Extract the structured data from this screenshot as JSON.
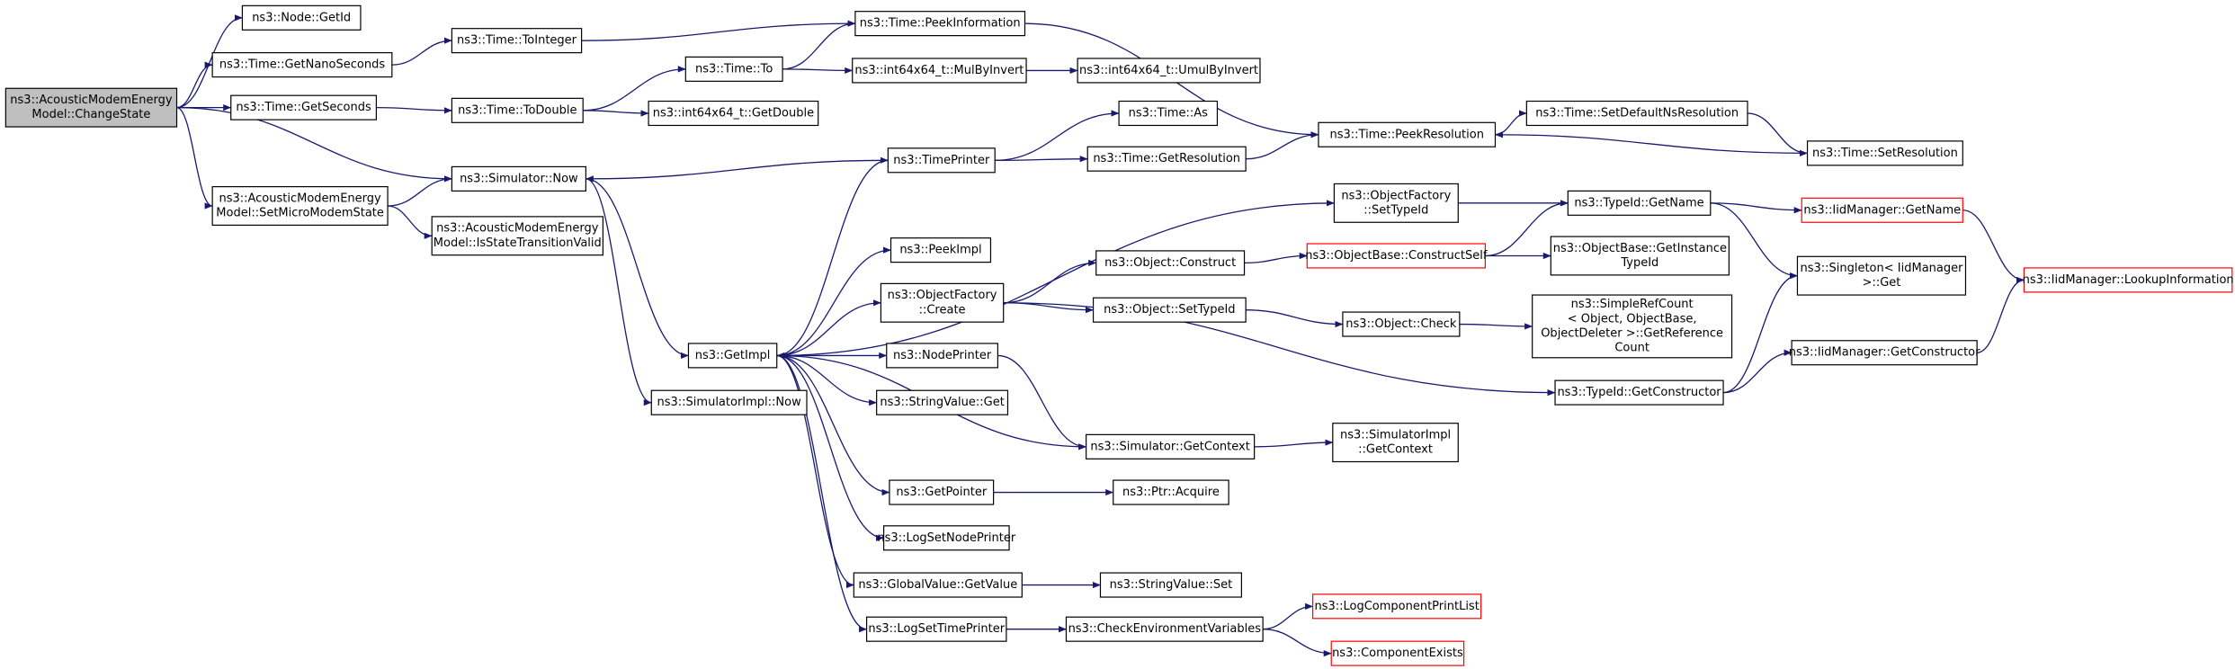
{
  "graph": {
    "edge_color": "#191970",
    "root_fill": "#bfbfbf",
    "highlight_border": "#ff0000",
    "nodes": [
      {
        "id": "root",
        "lines": [
          "ns3::AcousticModemEnergy",
          "Model::ChangeState"
        ],
        "style": "root"
      },
      {
        "id": "n_getid",
        "lines": [
          "ns3::Node::GetId"
        ]
      },
      {
        "id": "n_getnano",
        "lines": [
          "ns3::Time::GetNanoSeconds"
        ]
      },
      {
        "id": "n_getsec",
        "lines": [
          "ns3::Time::GetSeconds"
        ]
      },
      {
        "id": "n_simnow",
        "lines": [
          "ns3::Simulator::Now"
        ]
      },
      {
        "id": "n_setmicro",
        "lines": [
          "ns3::AcousticModemEnergy",
          "Model::SetMicroModemState"
        ]
      },
      {
        "id": "n_isvalid",
        "lines": [
          "ns3::AcousticModemEnergy",
          "Model::IsStateTransitionValid"
        ]
      },
      {
        "id": "n_toint",
        "lines": [
          "ns3::Time::ToInteger"
        ]
      },
      {
        "id": "n_todouble",
        "lines": [
          "ns3::Time::ToDouble"
        ]
      },
      {
        "id": "n_to",
        "lines": [
          "ns3::Time::To"
        ]
      },
      {
        "id": "n_getdouble",
        "lines": [
          "ns3::int64x64_t::GetDouble"
        ]
      },
      {
        "id": "n_peekinfo",
        "lines": [
          "ns3::Time::PeekInformation"
        ]
      },
      {
        "id": "n_mulbyinv",
        "lines": [
          "ns3::int64x64_t::MulByInvert"
        ]
      },
      {
        "id": "n_umulbyinv",
        "lines": [
          "ns3::int64x64_t::UmulByInvert"
        ]
      },
      {
        "id": "n_timeprinter",
        "lines": [
          "ns3::TimePrinter"
        ]
      },
      {
        "id": "n_as",
        "lines": [
          "ns3::Time::As"
        ]
      },
      {
        "id": "n_getres",
        "lines": [
          "ns3::Time::GetResolution"
        ]
      },
      {
        "id": "n_peekres",
        "lines": [
          "ns3::Time::PeekResolution"
        ]
      },
      {
        "id": "n_setdefres",
        "lines": [
          "ns3::Time::SetDefaultNsResolution"
        ]
      },
      {
        "id": "n_setres",
        "lines": [
          "ns3::Time::SetResolution"
        ]
      },
      {
        "id": "n_getimpl",
        "lines": [
          "ns3::GetImpl"
        ]
      },
      {
        "id": "n_simimplnow",
        "lines": [
          "ns3::SimulatorImpl::Now"
        ]
      },
      {
        "id": "n_peekimpl",
        "lines": [
          "ns3::PeekImpl"
        ]
      },
      {
        "id": "n_ofcreate",
        "lines": [
          "ns3::ObjectFactory",
          "::Create"
        ]
      },
      {
        "id": "n_nodeprinter",
        "lines": [
          "ns3::NodePrinter"
        ]
      },
      {
        "id": "n_strget",
        "lines": [
          "ns3::StringValue::Get"
        ]
      },
      {
        "id": "n_getpointer",
        "lines": [
          "ns3::GetPointer"
        ]
      },
      {
        "id": "n_logsetnode",
        "lines": [
          "ns3::LogSetNodePrinter"
        ]
      },
      {
        "id": "n_gvgetvalue",
        "lines": [
          "ns3::GlobalValue::GetValue"
        ]
      },
      {
        "id": "n_logsettime",
        "lines": [
          "ns3::LogSetTimePrinter"
        ]
      },
      {
        "id": "n_ofsettypeid",
        "lines": [
          "ns3::ObjectFactory",
          "::SetTypeId"
        ]
      },
      {
        "id": "n_objconstruct",
        "lines": [
          "ns3::Object::Construct"
        ]
      },
      {
        "id": "n_objsettypeid",
        "lines": [
          "ns3::Object::SetTypeId"
        ]
      },
      {
        "id": "n_simgetctx",
        "lines": [
          "ns3::Simulator::GetContext"
        ]
      },
      {
        "id": "n_ptracquire",
        "lines": [
          "ns3::Ptr::Acquire"
        ]
      },
      {
        "id": "n_strset",
        "lines": [
          "ns3::StringValue::Set"
        ]
      },
      {
        "id": "n_checkenv",
        "lines": [
          "ns3::CheckEnvironmentVariables"
        ]
      },
      {
        "id": "n_constructself",
        "lines": [
          "ns3::ObjectBase::ConstructSelf"
        ],
        "style": "red"
      },
      {
        "id": "n_objcheck",
        "lines": [
          "ns3::Object::Check"
        ]
      },
      {
        "id": "n_implgetctx",
        "lines": [
          "ns3::SimulatorImpl",
          "::GetContext"
        ]
      },
      {
        "id": "n_logcomplist",
        "lines": [
          "ns3::LogComponentPrintList"
        ],
        "style": "red"
      },
      {
        "id": "n_compexists",
        "lines": [
          "ns3::ComponentExists"
        ],
        "style": "red"
      },
      {
        "id": "n_tidgetname",
        "lines": [
          "ns3::TypeId::GetName"
        ]
      },
      {
        "id": "n_getinsttid",
        "lines": [
          "ns3::ObjectBase::GetInstance",
          "TypeId"
        ]
      },
      {
        "id": "n_refcount",
        "lines": [
          "ns3::SimpleRefCount",
          "< Object, ObjectBase,",
          "ObjectDeleter >::GetReference",
          "Count"
        ]
      },
      {
        "id": "n_tidgetctor",
        "lines": [
          "ns3::TypeId::GetConstructor"
        ]
      },
      {
        "id": "n_iidgetname",
        "lines": [
          "ns3::IidManager::GetName"
        ],
        "style": "red"
      },
      {
        "id": "n_singleton",
        "lines": [
          "ns3::Singleton< IidManager",
          " >::Get"
        ]
      },
      {
        "id": "n_iidgetctor",
        "lines": [
          "ns3::IidManager::GetConstructor"
        ]
      },
      {
        "id": "n_lookup",
        "lines": [
          "ns3::IidManager::LookupInformation"
        ],
        "style": "red"
      }
    ],
    "edges": [
      [
        "root",
        "n_getid"
      ],
      [
        "root",
        "n_getnano"
      ],
      [
        "root",
        "n_getsec"
      ],
      [
        "root",
        "n_simnow"
      ],
      [
        "root",
        "n_setmicro"
      ],
      [
        "n_getnano",
        "n_toint"
      ],
      [
        "n_toint",
        "n_peekinfo"
      ],
      [
        "n_getsec",
        "n_todouble"
      ],
      [
        "n_todouble",
        "n_to"
      ],
      [
        "n_todouble",
        "n_getdouble"
      ],
      [
        "n_to",
        "n_peekinfo"
      ],
      [
        "n_to",
        "n_mulbyinv"
      ],
      [
        "n_mulbyinv",
        "n_umulbyinv"
      ],
      [
        "n_peekinfo",
        "n_peekres"
      ],
      [
        "n_setmicro",
        "n_simnow"
      ],
      [
        "n_setmicro",
        "n_isvalid"
      ],
      [
        "n_simnow",
        "n_getimpl"
      ],
      [
        "n_simnow",
        "n_simimplnow"
      ],
      [
        "n_timeprinter",
        "n_simnow"
      ],
      [
        "n_timeprinter",
        "n_as"
      ],
      [
        "n_timeprinter",
        "n_getres"
      ],
      [
        "n_getres",
        "n_peekres"
      ],
      [
        "n_peekres",
        "n_setdefres"
      ],
      [
        "n_setdefres",
        "n_setres"
      ],
      [
        "n_setres",
        "n_peekres"
      ],
      [
        "n_getimpl",
        "n_timeprinter"
      ],
      [
        "n_getimpl",
        "n_ofsettypeid"
      ],
      [
        "n_getimpl",
        "n_peekimpl"
      ],
      [
        "n_getimpl",
        "n_ofcreate"
      ],
      [
        "n_getimpl",
        "n_nodeprinter"
      ],
      [
        "n_getimpl",
        "n_strget"
      ],
      [
        "n_getimpl",
        "n_getpointer"
      ],
      [
        "n_getimpl",
        "n_logsetnode"
      ],
      [
        "n_getimpl",
        "n_gvgetvalue"
      ],
      [
        "n_getimpl",
        "n_logsettime"
      ],
      [
        "n_simgetctx",
        "n_getimpl"
      ],
      [
        "n_nodeprinter",
        "n_simgetctx"
      ],
      [
        "n_simgetctx",
        "n_implgetctx"
      ],
      [
        "n_getpointer",
        "n_ptracquire"
      ],
      [
        "n_gvgetvalue",
        "n_strset"
      ],
      [
        "n_logsettime",
        "n_checkenv"
      ],
      [
        "n_checkenv",
        "n_logcomplist"
      ],
      [
        "n_checkenv",
        "n_compexists"
      ],
      [
        "n_ofsettypeid",
        "n_tidgetname"
      ],
      [
        "n_ofcreate",
        "n_objconstruct"
      ],
      [
        "n_ofcreate",
        "n_objsettypeid"
      ],
      [
        "n_ofcreate",
        "n_tidgetctor"
      ],
      [
        "n_objconstruct",
        "n_constructself"
      ],
      [
        "n_constructself",
        "n_tidgetname"
      ],
      [
        "n_constructself",
        "n_getinsttid"
      ],
      [
        "n_objsettypeid",
        "n_objcheck"
      ],
      [
        "n_objcheck",
        "n_refcount"
      ],
      [
        "n_tidgetname",
        "n_iidgetname"
      ],
      [
        "n_tidgetname",
        "n_singleton"
      ],
      [
        "n_iidgetname",
        "n_lookup"
      ],
      [
        "n_tidgetctor",
        "n_singleton"
      ],
      [
        "n_tidgetctor",
        "n_iidgetctor"
      ],
      [
        "n_iidgetctor",
        "n_lookup"
      ]
    ]
  }
}
